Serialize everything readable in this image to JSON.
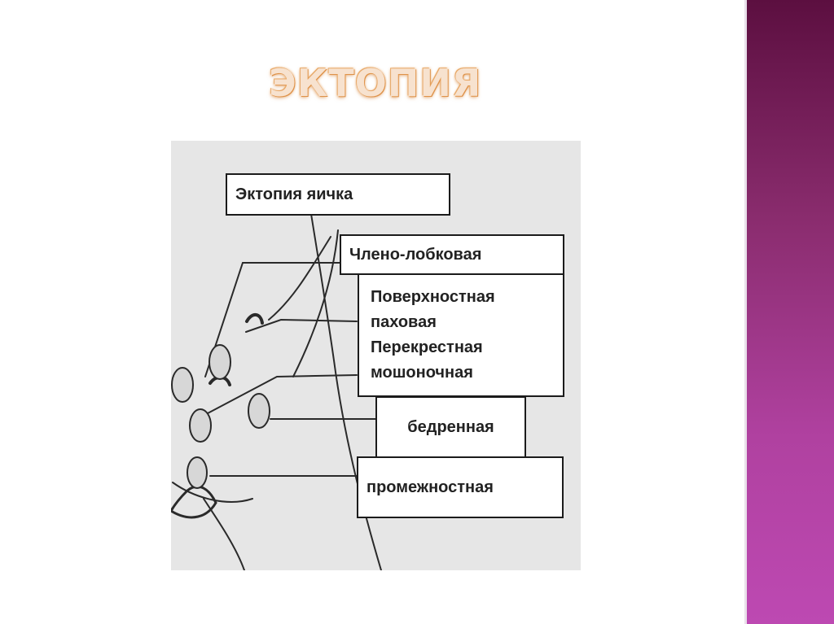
{
  "slide": {
    "title": "ЭКТОПИЯ",
    "accent_band_color": "#a23a8c",
    "title_color": "#e9a35b"
  },
  "diagram": {
    "root_label": "Эктопия яичка",
    "types": {
      "penopubic": "Члено-лобковая",
      "inguinal_superficial": "Поверхностная",
      "inguinal": "паховая",
      "crossed": "Перекрестная",
      "scrotal": "мошоночная",
      "femoral": "бедренная",
      "perineal": "промежностная"
    }
  }
}
